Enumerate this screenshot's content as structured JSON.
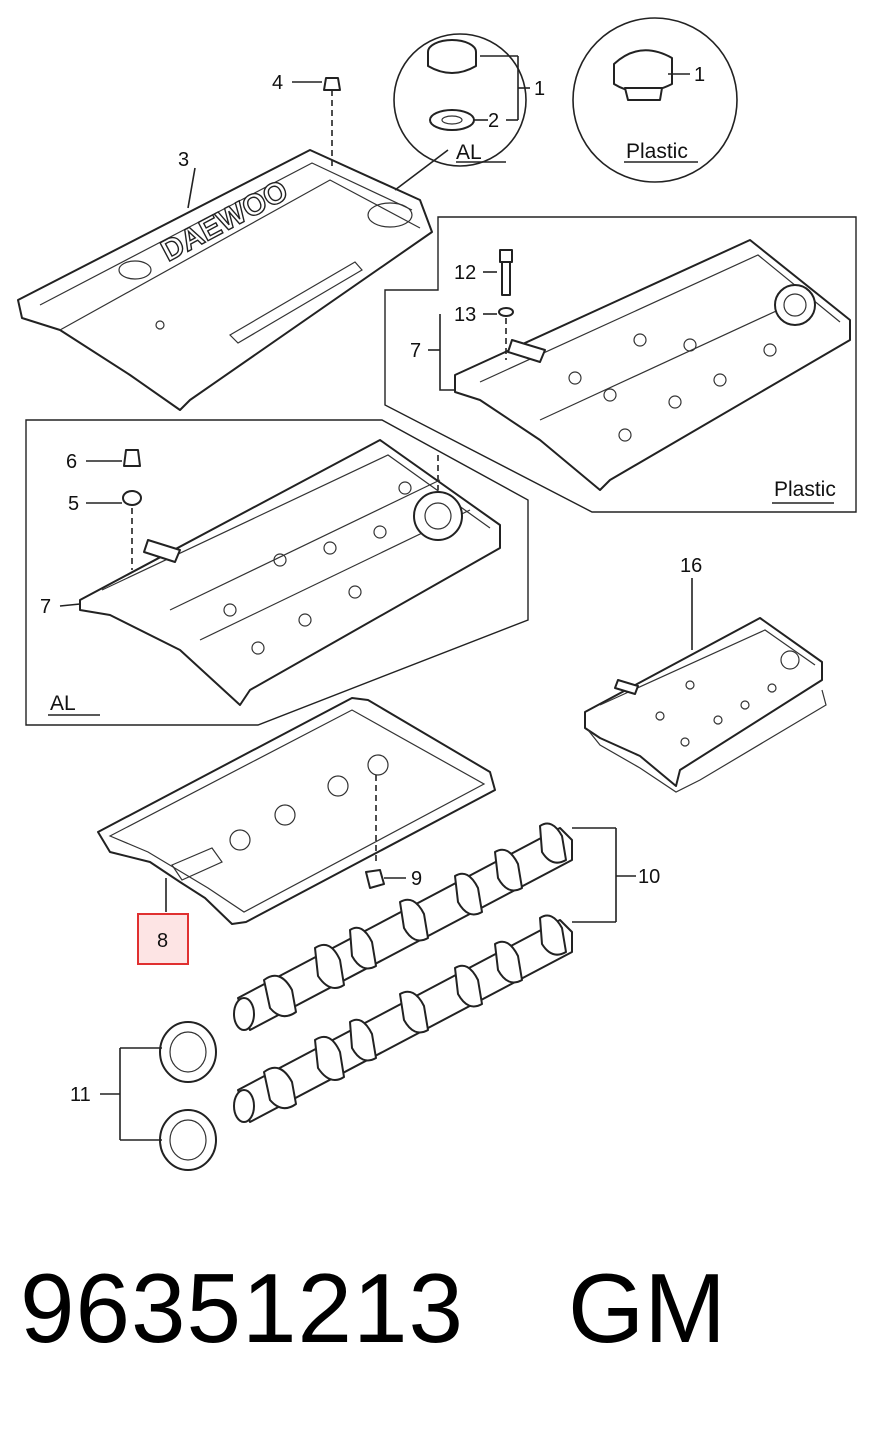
{
  "callouts": {
    "c1a": "1",
    "c2": "2",
    "c1b": "1",
    "c3": "3",
    "c4": "4",
    "c5": "5",
    "c6": "6",
    "c7a": "7",
    "c7b": "7",
    "c8": "8",
    "c9": "9",
    "c10": "10",
    "c11": "11",
    "c12": "12",
    "c13": "13",
    "c16": "16"
  },
  "captions": {
    "al_cap": "AL",
    "plastic_cap": "Plastic",
    "plastic_cover": "Plastic",
    "al_cover": "AL"
  },
  "brand_logo": "DAEWOO",
  "highlight_color": "#e03030",
  "footer": {
    "part_number": "96351213",
    "manufacturer": "GM"
  }
}
